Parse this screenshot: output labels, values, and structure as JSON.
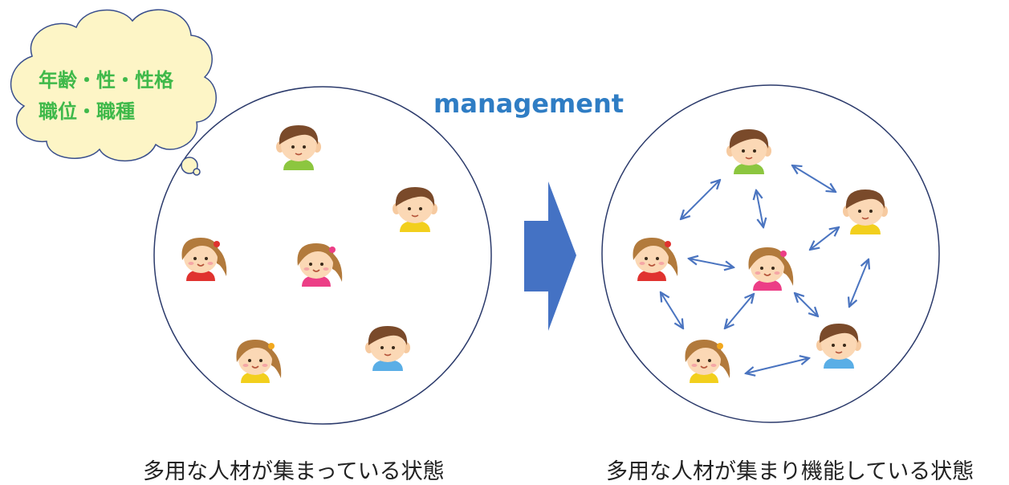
{
  "bubble": {
    "line1": "年齢・性・性格",
    "line2": "職位・職種"
  },
  "management_label": "management",
  "captions": {
    "left": "多用な人材が集まっている状態",
    "right": "多用な人材が集まり機能している状態"
  },
  "colors": {
    "circle_stroke": "#2b3a6b",
    "arrow_fill": "#4472c4",
    "bubble_fill": "#fdf5c6",
    "bubble_stroke": "#3a4f8c",
    "bubble_text": "#3fb94a",
    "management_text": "#2f7dc4",
    "connector": "#4a74c0"
  },
  "icons": {
    "people": [
      "boy-green-icon",
      "boy-yellow-icon",
      "girl-red-icon",
      "girl-pink-icon",
      "girl-yellow-icon",
      "boy-blue-icon"
    ],
    "connectors": "double-headed-arrow-icon"
  }
}
